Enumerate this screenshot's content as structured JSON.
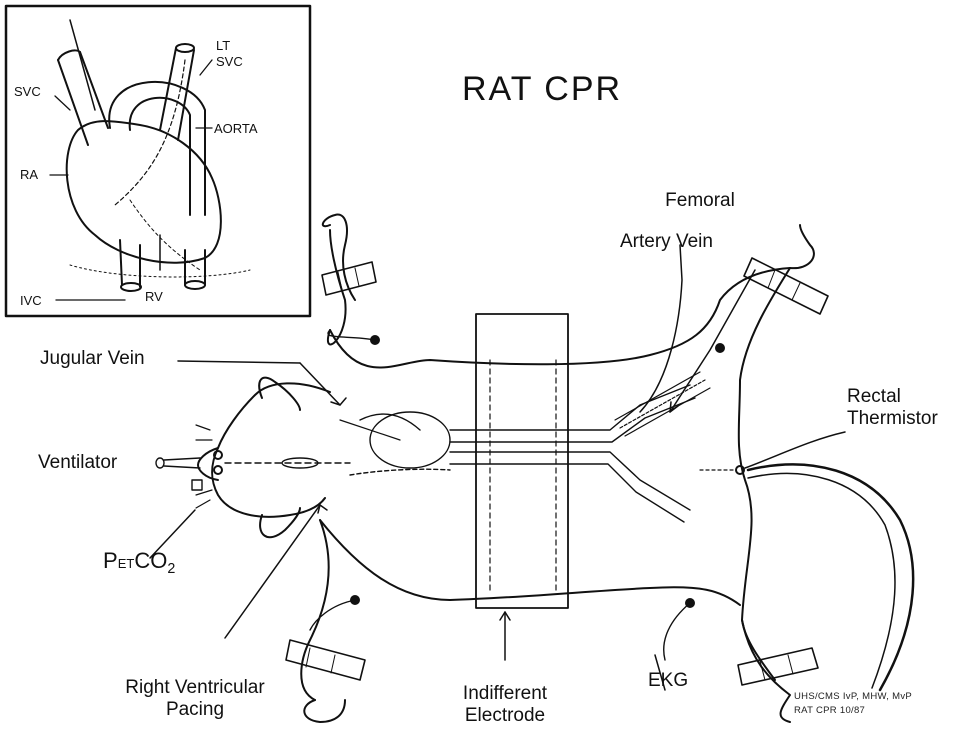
{
  "title": "RAT CPR",
  "inset": {
    "labels": {
      "svc": "SVC",
      "lt_svc_1": "LT",
      "lt_svc_2": "SVC",
      "aorta": "AORTA",
      "ra": "RA",
      "rv": "RV",
      "ivc": "IVC"
    }
  },
  "labels": {
    "femoral": "Femoral",
    "artery_vein": "Artery Vein",
    "jugular_vein": "Jugular Vein",
    "rectal": "Rectal",
    "thermistor": "Thermistor",
    "ventilator": "Ventilator",
    "petco2_p": "P",
    "petco2_et": "ET",
    "petco2_co": "CO",
    "petco2_2": "2",
    "rv_pacing_1": "Right Ventricular",
    "rv_pacing_2": "Pacing",
    "indifferent_1": "Indifferent",
    "indifferent_2": "Electrode",
    "ekg": "EKG"
  },
  "credit": {
    "line1": "UHS/CMS IvP, MHW, MvP",
    "line2": "RAT CPR 10/87"
  }
}
